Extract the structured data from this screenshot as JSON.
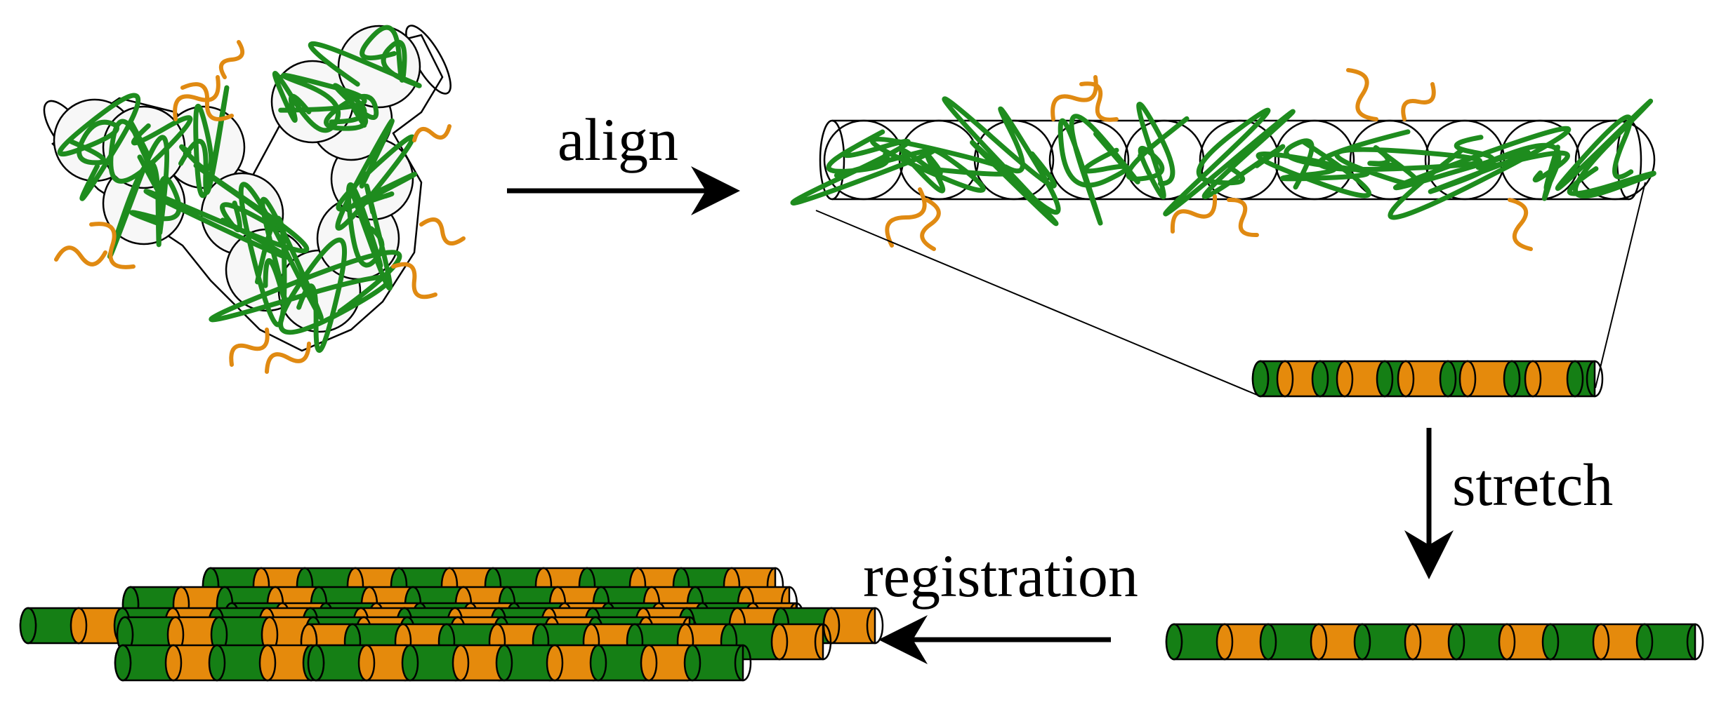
{
  "labels": {
    "align": "align",
    "stretch": "stretch",
    "registration": "registration"
  },
  "colors": {
    "green_block": "#157f15",
    "orange_block": "#e58a0c",
    "green_chain": "#1e8c1e",
    "orange_chain": "#e08a12",
    "outline": "#000000"
  }
}
